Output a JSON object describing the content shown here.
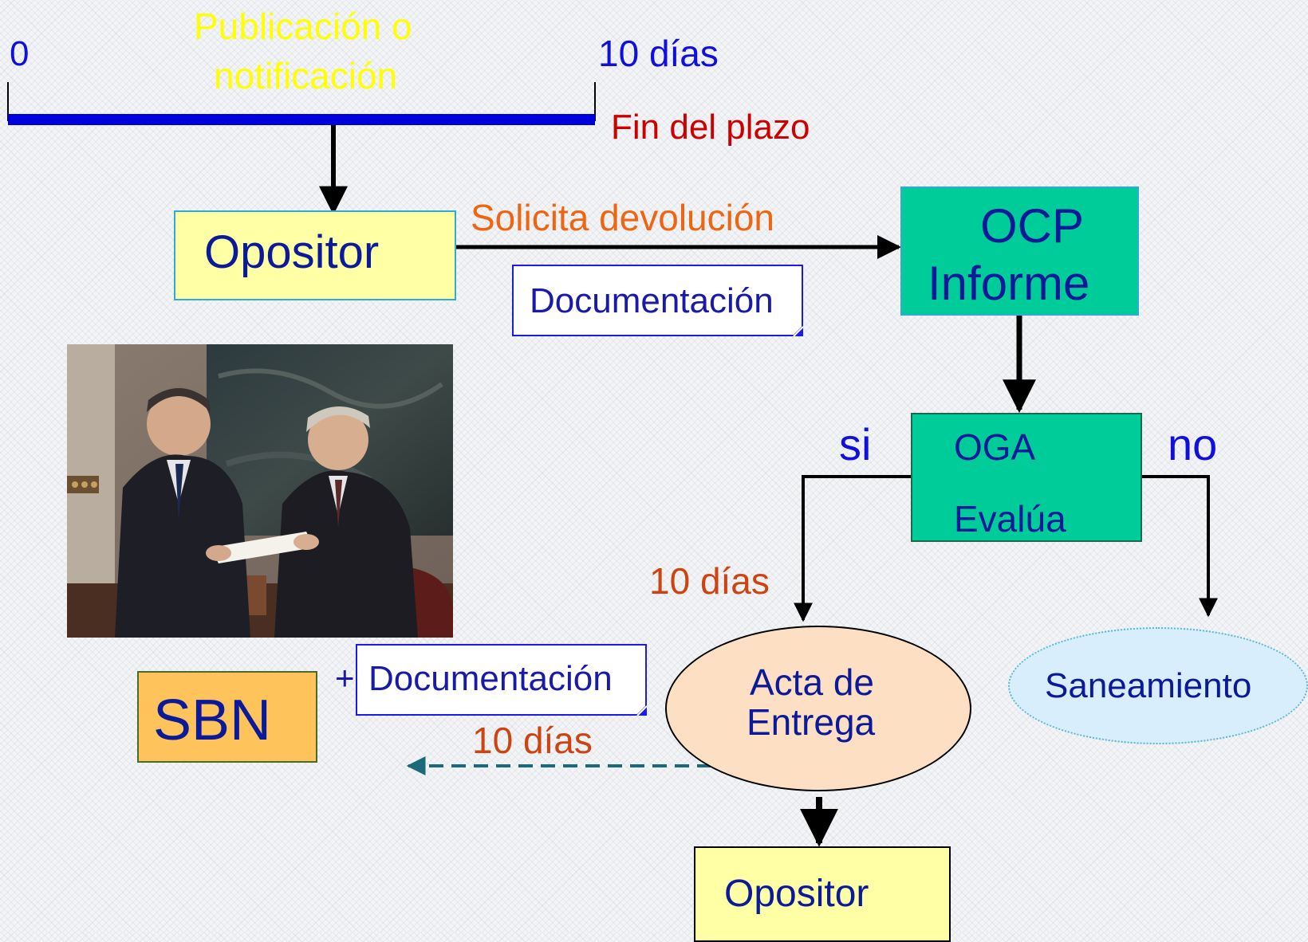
{
  "timeline": {
    "start_label": "0",
    "publication_line1": "Publicación o",
    "publication_line2": "notificación",
    "end_label": "10 días",
    "deadline_label": "Fin del plazo"
  },
  "nodes": {
    "opositor_top": "Opositor",
    "solicita_devolucion": "Solicita devolución",
    "documentacion_1": "Documentación",
    "ocp_line1": "OCP",
    "ocp_line2": "Informe",
    "oga_line1": "OGA",
    "oga_line2": "Evalúa",
    "branch_yes": "si",
    "branch_no": "no",
    "ten_days_acta": "10 días",
    "acta_line1": "Acta de",
    "acta_line2": "Entrega",
    "saneamiento": "Saneamiento",
    "sbn": "SBN",
    "plus": "+",
    "documentacion_2": "Documentación",
    "ten_days_sbn": "10 días",
    "opositor_bottom": "Opositor"
  },
  "colors": {
    "timeline_bar": "#0000dd",
    "opositor_fill": "#ffffa6",
    "ocp_oga_fill": "#00cc99",
    "acta_fill": "#fde0c4",
    "saneamiento_fill": "#d8eefc",
    "sbn_fill": "#ffc35c",
    "dashed_arrow": "#1a6a7a"
  },
  "photo": {
    "description_icon": "handshake-photo"
  }
}
